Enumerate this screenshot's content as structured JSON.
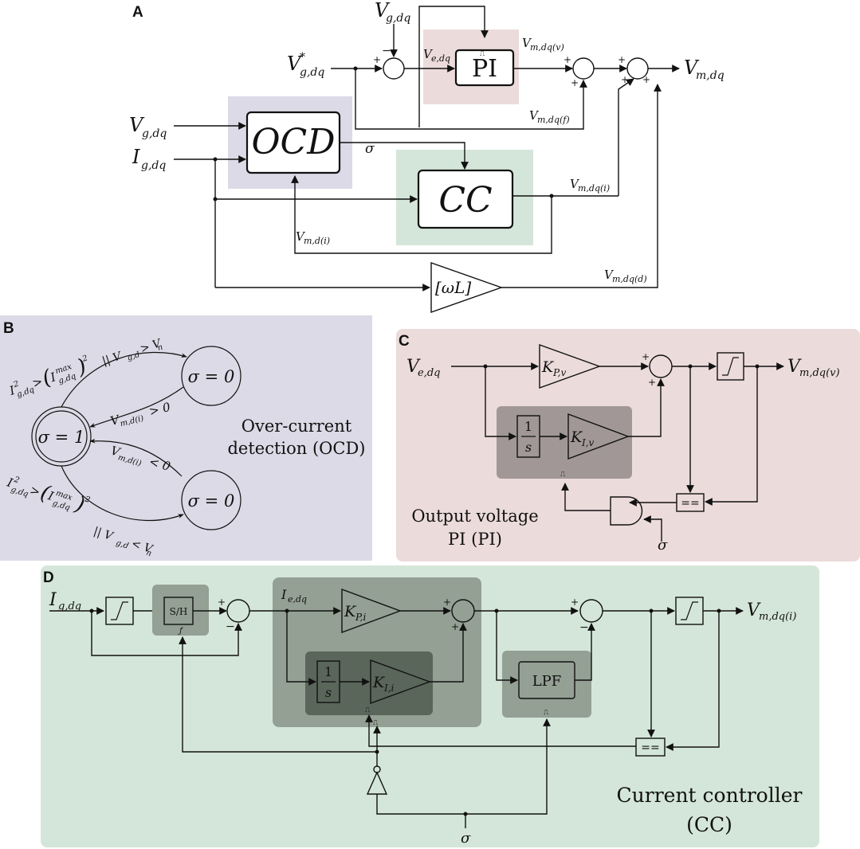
{
  "panels": {
    "a": {
      "tag": "A"
    },
    "b": {
      "tag": "B",
      "caption_line1": "Over-current",
      "caption_line2": "detection (OCD)"
    },
    "c": {
      "tag": "C",
      "caption_line1": "Output voltage",
      "caption_line2": "PI (PI)"
    },
    "d": {
      "tag": "D",
      "caption_line1": "Current controller",
      "caption_line2": "(CC)"
    }
  },
  "colors": {
    "ocd_bg": "#dcdae6",
    "pi_bg": "#ecdbdb",
    "cc_bg": "#d4e6d9",
    "pi_inner_bg": "#a19797",
    "cc_inner_bg": "#93a093",
    "cc_inner_dark": "#5a665a"
  },
  "blocks": {
    "pi": "PI",
    "ocd": "OCD",
    "cc": "CC",
    "wl": "[ωL]",
    "sh": "S/H",
    "lpf": "LPF",
    "eq": "==",
    "kp_v": "K",
    "kp_v_sub": "P,v",
    "ki_v": "K",
    "ki_v_sub": "I,v",
    "kp_i": "K",
    "kp_i_sub": "P,i",
    "ki_i": "K",
    "ki_i_sub": "I,i",
    "int_num": "1",
    "int_den": "s"
  },
  "signals": {
    "vg": "V",
    "vg_sub": "g,dq",
    "vgstar_sub": "g,dq",
    "ig": "I",
    "ig_sub": "g,dq",
    "ve_sub": "e,dq",
    "vmv_sub": "m,dq(v)",
    "vmf_sub": "m,dq(f)",
    "vmi_sub": "m,dq(i)",
    "vmd_sub": "m,dq(d)",
    "vmdi_sub": "m,d(i)",
    "vm_sub": "m,dq",
    "ie_sub": "e,dq",
    "sigma": "σ",
    "plus": "+",
    "minus": "−"
  },
  "states": {
    "s1": "σ = 1",
    "s0a": "σ = 0",
    "s0b": "σ = 0"
  },
  "transitions": {
    "t1_cur": "I",
    "t1_sup": "2",
    "t1_sub": "g,dq",
    "t1_gt": ">",
    "t1_max_sup": "max",
    "t1_max_sub": "g,dq",
    "t1_or": "|| V",
    "t1_or_sub": "g,d",
    "t1_cmp": "> V",
    "t1_cmp_sub": "n",
    "t2_cmp": "> 0",
    "t3_cmp": "< 0",
    "t4_cmp": "< V"
  }
}
